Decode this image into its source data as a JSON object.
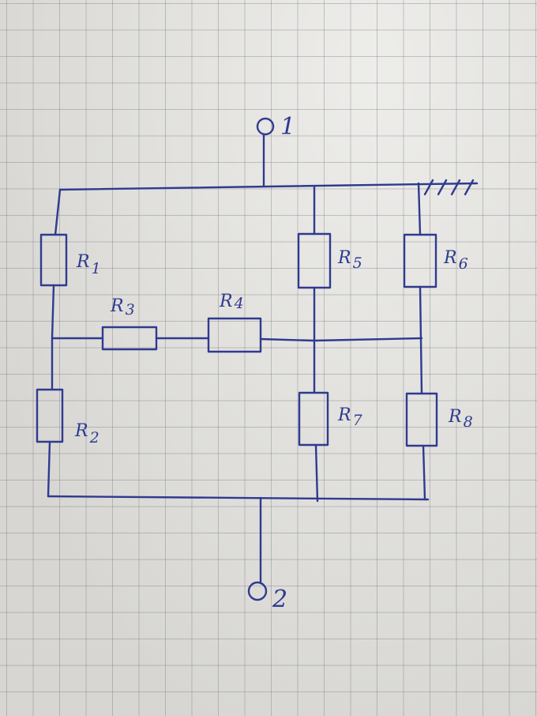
{
  "diagram": {
    "type": "resistor-network",
    "terminals": [
      {
        "id": "t1",
        "label": "1"
      },
      {
        "id": "t2",
        "label": "2"
      }
    ],
    "resistors": [
      {
        "id": "r1",
        "letter": "R",
        "index": "1"
      },
      {
        "id": "r2",
        "letter": "R",
        "index": "2"
      },
      {
        "id": "r3",
        "letter": "R",
        "index": "3"
      },
      {
        "id": "r4",
        "letter": "R",
        "index": "4"
      },
      {
        "id": "r5",
        "letter": "R",
        "index": "5"
      },
      {
        "id": "r6",
        "letter": "R",
        "index": "6"
      },
      {
        "id": "r7",
        "letter": "R",
        "index": "7"
      },
      {
        "id": "r8",
        "letter": "R",
        "index": "8"
      }
    ],
    "colors": {
      "ink": "#2f3a8f",
      "paper": "#e4e3df",
      "grid": "#78787d"
    }
  }
}
